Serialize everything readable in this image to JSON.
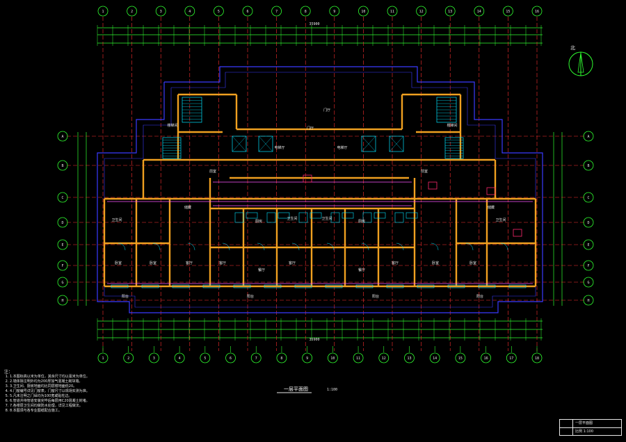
{
  "drawing": {
    "title": "一层平面图",
    "scale": "1:100",
    "north_label": "北",
    "colors": {
      "background": "#000000",
      "wall": "#f0a020",
      "wall_inner": "#ff55ff",
      "axis": "#ff3030",
      "dimension": "#30ff30",
      "outline": "#3a3aff",
      "furniture": "#00e5ff",
      "text": "#e8e8e8",
      "bubble": "#30ff30"
    },
    "top_axes": [
      "1",
      "2",
      "3",
      "4",
      "5",
      "6",
      "7",
      "8",
      "9",
      "10",
      "11",
      "12",
      "13",
      "14",
      "15",
      "16"
    ],
    "bottom_axes": [
      "1",
      "2",
      "3",
      "4",
      "5",
      "6",
      "7",
      "8",
      "9",
      "10",
      "11",
      "12",
      "13",
      "14",
      "15",
      "16",
      "17",
      "18"
    ],
    "left_axes": [
      "A",
      "B",
      "C",
      "D",
      "E",
      "F",
      "G",
      "H"
    ],
    "right_axes": [
      "A",
      "B",
      "C",
      "D",
      "E",
      "F",
      "G",
      "H"
    ],
    "room_labels": [
      "卧室",
      "卧室",
      "客厅",
      "客厅",
      "客厅",
      "客厅",
      "卧室",
      "卧室",
      "餐厅",
      "餐厅",
      "厨房",
      "厨房",
      "卫生间",
      "卫生间",
      "卫生间",
      "卫生间",
      "阳台",
      "阳台",
      "阳台",
      "阳台",
      "电梯厅",
      "电梯厅",
      "楼梯间",
      "楼梯间",
      "前室",
      "前室",
      "门厅",
      "门厅",
      "储藏",
      "储藏"
    ],
    "dimension_total": "35900"
  },
  "notes": {
    "heading": "注：",
    "items": [
      "1.本图标高以米为单位，其余尺寸均以毫米为单位。",
      "2.墙体除注明外均为200厚加气混凝土砌块墙。",
      "3.卫生间、厨房地面均比同层楼地面低20。",
      "4.门窗编号详见门窗表，门窗尺寸以现场实测为准。",
      "5.凡未注明之门垛均为100宽或贴柱边。",
      "6.管道井待管道安装完毕后每层用C20混凝土封堵。",
      "7.各楼层卫生间均做防水处理，详见工程做法。",
      "8.本图须与各专业图纸配合施工。"
    ]
  },
  "title_block": {
    "row1": "一层平面图",
    "row2": "比例 1:100"
  }
}
